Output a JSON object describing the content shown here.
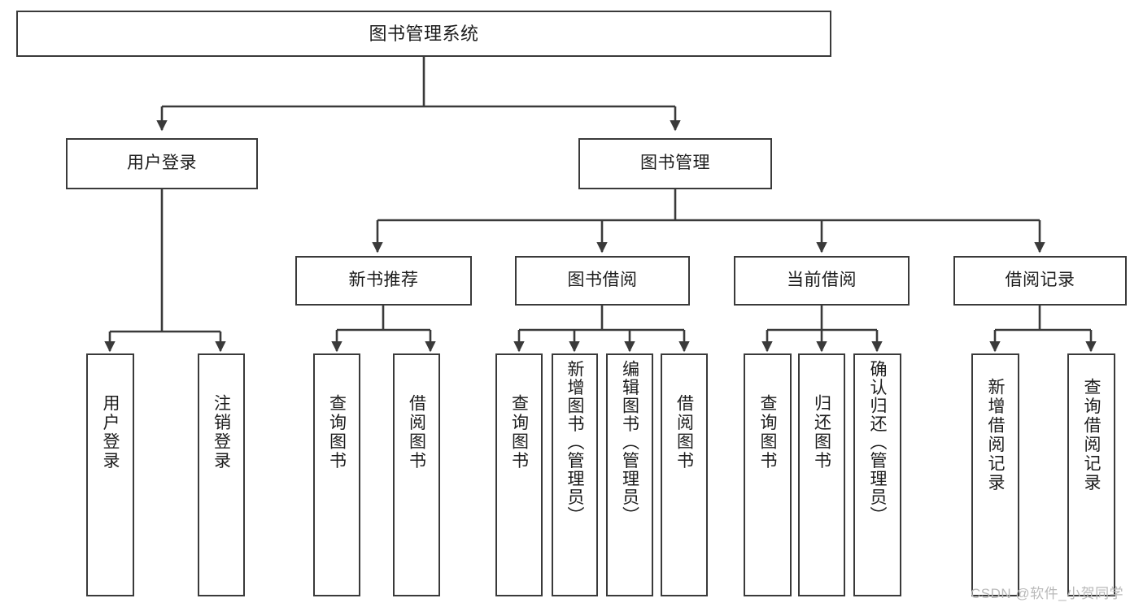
{
  "diagram": {
    "title": "图书管理系统",
    "type": "hierarchy-tree",
    "root": {
      "id": "root",
      "label": "图书管理系统"
    },
    "level1": [
      {
        "id": "user-login",
        "label": "用户登录"
      },
      {
        "id": "book-manage",
        "label": "图书管理"
      }
    ],
    "level2": [
      {
        "id": "new-book-recommend",
        "label": "新书推荐",
        "parent": "book-manage"
      },
      {
        "id": "book-borrow",
        "label": "图书借阅",
        "parent": "book-manage"
      },
      {
        "id": "current-borrow",
        "label": "当前借阅",
        "parent": "book-manage"
      },
      {
        "id": "borrow-record",
        "label": "借阅记录",
        "parent": "book-manage"
      }
    ],
    "leaves": [
      {
        "id": "leaf-user-login",
        "label": "用户登录",
        "parent": "user-login"
      },
      {
        "id": "leaf-logout-login",
        "label": "注销登录",
        "parent": "user-login"
      },
      {
        "id": "leaf-query-book-1",
        "label": "查询图书",
        "parent": "new-book-recommend"
      },
      {
        "id": "leaf-borrow-book-1",
        "label": "借阅图书",
        "parent": "new-book-recommend"
      },
      {
        "id": "leaf-query-book-2",
        "label": "查询图书",
        "parent": "book-borrow"
      },
      {
        "id": "leaf-add-book",
        "label": "新增图书（管理员）",
        "parent": "book-borrow"
      },
      {
        "id": "leaf-edit-book",
        "label": "编辑图书（管理员）",
        "parent": "book-borrow"
      },
      {
        "id": "leaf-borrow-book-2",
        "label": "借阅图书",
        "parent": "book-borrow"
      },
      {
        "id": "leaf-query-book-3",
        "label": "查询图书",
        "parent": "current-borrow"
      },
      {
        "id": "leaf-return-book",
        "label": "归还图书",
        "parent": "current-borrow"
      },
      {
        "id": "leaf-confirm-return",
        "label": "确认归还（管理员）",
        "parent": "current-borrow"
      },
      {
        "id": "leaf-add-record",
        "label": "新增借阅记录",
        "parent": "borrow-record"
      },
      {
        "id": "leaf-query-record",
        "label": "查询借阅记录",
        "parent": "borrow-record"
      }
    ]
  },
  "watermark": {
    "text": "CSDN @软件_小贺同学"
  },
  "colors": {
    "border": "#3a3a3a",
    "background": "#ffffff",
    "text": "#1c1c1c",
    "watermark": "#b9b9b9"
  }
}
